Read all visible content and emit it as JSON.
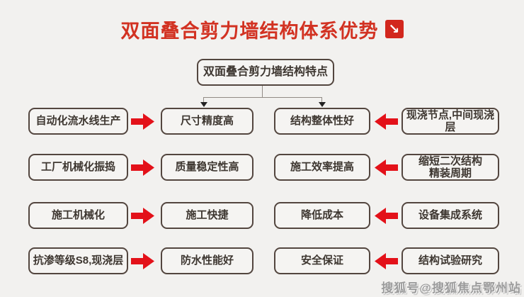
{
  "title": {
    "text": "双面叠合剪力墙结构体系优势",
    "icon_glyph": "↘"
  },
  "root": {
    "label": "双面叠合剪力墙结构特点"
  },
  "rows": [
    {
      "left_outer": "自动化流水线生产",
      "left_inner": "尺寸精度高",
      "right_inner": "结构整体性好",
      "right_outer": "现浇节点,中间现浇层"
    },
    {
      "left_outer": "工厂机械化振捣",
      "left_inner": "质量稳定性高",
      "right_inner": "施工效率提高",
      "right_outer": "缩短二次结构\n精装周期"
    },
    {
      "left_outer": "施工机械化",
      "left_inner": "施工快捷",
      "right_inner": "降低成本",
      "right_outer": "设备集成系统"
    },
    {
      "left_outer": "抗渗等级S8,现浇层",
      "left_inner": "防水性能好",
      "right_inner": "安全保证",
      "right_outer": "结构试验研究"
    }
  ],
  "watermark": "搜狐号@搜狐焦点鄂州站",
  "colors": {
    "background": "#f2f1ef",
    "title_red": "#d23222",
    "arrow_red": "#e31119",
    "box_border": "#53463f",
    "box_text": "#3e3731"
  }
}
